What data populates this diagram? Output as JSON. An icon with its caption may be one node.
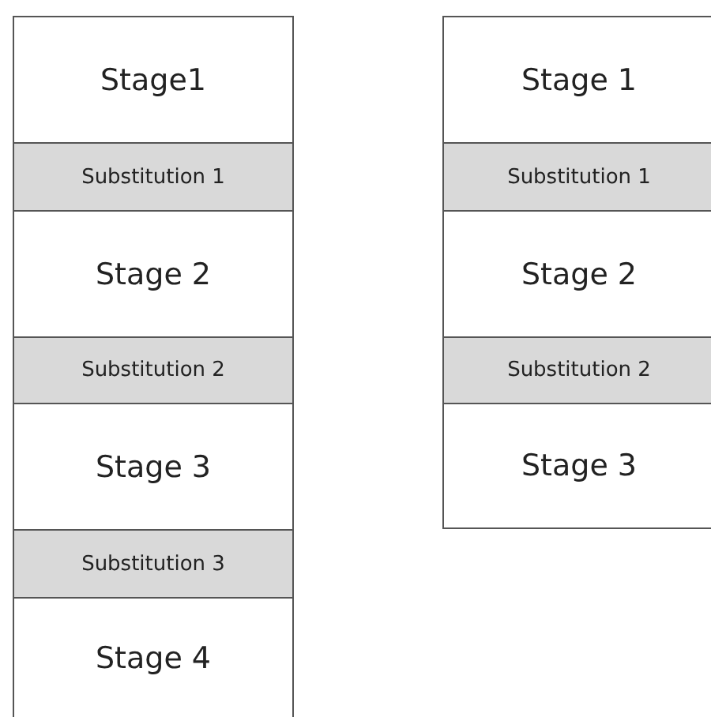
{
  "diagram": {
    "nodes": [
      {
        "text": [
          "Stage1"
        ]
      },
      {
        "text": [
          "Substitution 1"
        ]
      },
      {
        "text": [
          "Stage 2"
        ]
      },
      {
        "text": [
          "Substitution 2"
        ]
      },
      {
        "text": [
          "Stage 3"
        ]
      },
      {
        "text": [
          "Substitution 3"
        ]
      },
      {
        "text": [
          "Stage 4"
        ]
      },
      {
        "text": [
          "Stage 1"
        ]
      },
      {
        "text": [
          "Substitution 1"
        ]
      },
      {
        "text": [
          "Stage 2"
        ]
      },
      {
        "text": [
          "Substitution 2"
        ]
      },
      {
        "text": [
          "Stage 3"
        ]
      }
    ]
  }
}
